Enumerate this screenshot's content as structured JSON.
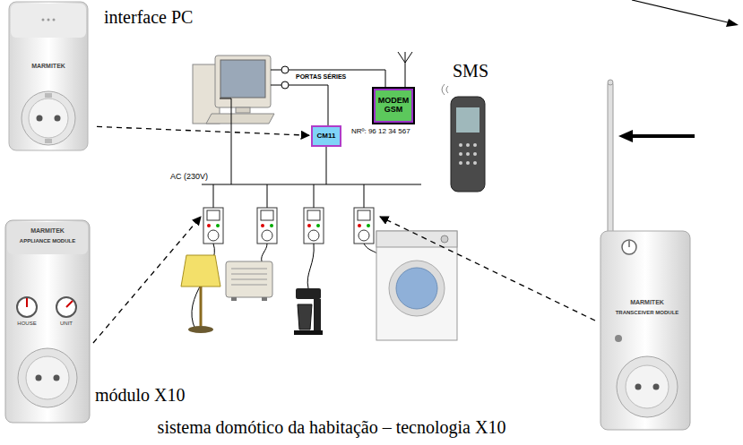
{
  "diagram": {
    "caption": "sistema domótico da habitação – tecnologia X10",
    "nodes": [
      {
        "text": [
          "interface PC"
        ]
      },
      {
        "text": [
          "CM11"
        ]
      },
      {
        "text": [
          "MODEM GSM"
        ]
      }
    ],
    "edges": [
      {
        "from": 0,
        "to": 1,
        "arrow": "to"
      }
    ],
    "labels": [
      "PORTAS SÉRIES",
      "NRº: 96 12 34 567",
      "SMS",
      "AC (230V)",
      "MARMITEK",
      "MARMITEK",
      "APPLIANCE MODULE",
      "HOUSE",
      "UNIT",
      "módulo X10",
      "MARMITEK",
      "TRANSCEIVER MODULE"
    ]
  }
}
